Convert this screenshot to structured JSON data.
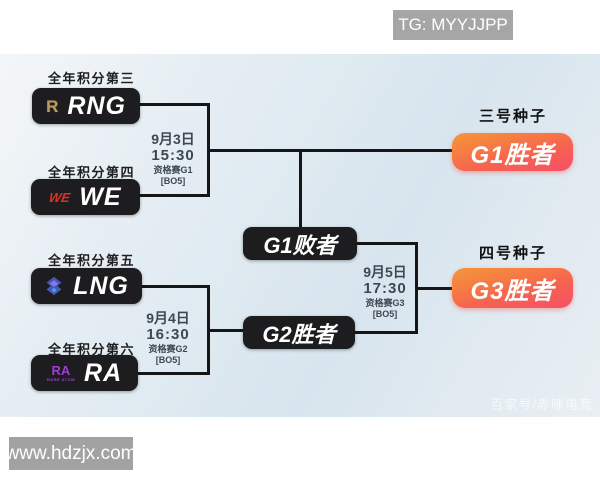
{
  "badges": {
    "tg": "TG: MYYJJPP",
    "site": "www.hdzjx.com",
    "credit": "百家号/赤咪电竞"
  },
  "bracket": {
    "teams": [
      {
        "rank_label": "全年积分第三",
        "name": "RNG",
        "logo_icon": "rng-logo",
        "logo_text": "R",
        "logo_color": "#b99a64"
      },
      {
        "rank_label": "全年积分第四",
        "name": "WE",
        "logo_icon": "we-logo",
        "logo_text": "WE",
        "logo_color": "#d8332a"
      },
      {
        "rank_label": "全年积分第五",
        "name": "LNG",
        "logo_icon": "lng-logo",
        "logo_text": "",
        "logo_color": "#5a63c8"
      },
      {
        "rank_label": "全年积分第六",
        "name": "RA",
        "logo_icon": "ra-logo",
        "logo_text": "RA",
        "logo_sub": "RARE ATOM",
        "logo_color": "#9a3fd4"
      }
    ],
    "matches": [
      {
        "date": "9月3日",
        "time": "15:30",
        "stage": "资格赛G1",
        "format": "[BO5]"
      },
      {
        "date": "9月4日",
        "time": "16:30",
        "stage": "资格赛G2",
        "format": "[BO5]"
      },
      {
        "date": "9月5日",
        "time": "17:30",
        "stage": "资格赛G3",
        "format": "[BO5]"
      }
    ],
    "nodes": [
      {
        "label": "G1败者"
      },
      {
        "label": "G2胜者"
      }
    ],
    "winners": [
      {
        "seed": "三号种子",
        "label": "G1胜者"
      },
      {
        "seed": "四号种子",
        "label": "G3胜者"
      }
    ]
  },
  "colors": {
    "box_black": "#1d1d1f",
    "winner_gradient_start": "#f5913a",
    "winner_gradient_end": "#f64e69",
    "badge_gray": "#a6a6a6",
    "line_black": "#161616",
    "photo_bg": "#d8e5ee"
  }
}
